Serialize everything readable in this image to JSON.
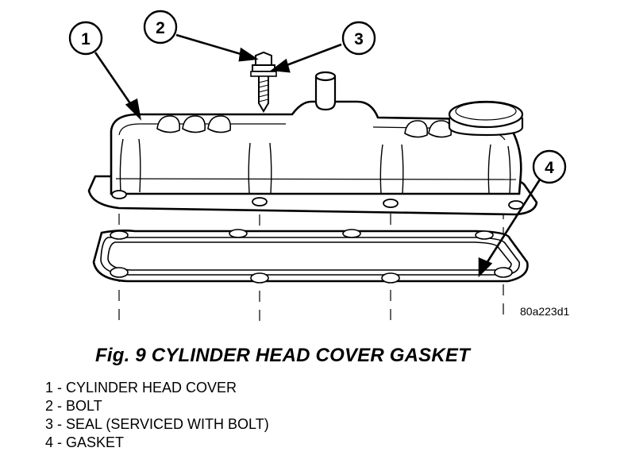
{
  "diagram": {
    "reference_code": "80a223d1",
    "callouts": [
      {
        "number": "1",
        "target": "cylinder-head-cover"
      },
      {
        "number": "2",
        "target": "bolt"
      },
      {
        "number": "3",
        "target": "seal"
      },
      {
        "number": "4",
        "target": "gasket"
      }
    ]
  },
  "caption": "Fig. 9 CYLINDER HEAD COVER GASKET",
  "legend": [
    "1 - CYLINDER HEAD COVER",
    "2 - BOLT",
    "3 - SEAL (SERVICED WITH BOLT)",
    "4 - GASKET"
  ]
}
